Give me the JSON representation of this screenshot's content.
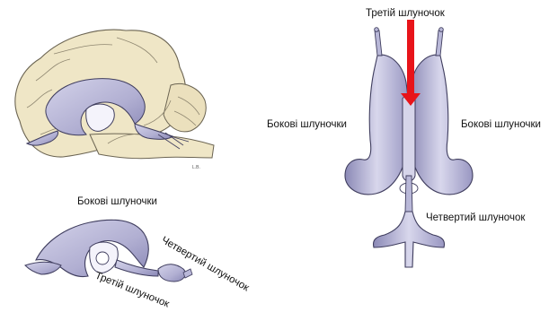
{
  "figure": {
    "labels": {
      "lateral_top_left": "Бокові шлуночки",
      "fourth_rotated": "Четвертий шлуночок",
      "third_rotated": "Третій шлуночок",
      "third_top": "Третій шлуночок",
      "lateral_right_a": "Бокові шлуночки",
      "lateral_right_b": "Бокові шлуночки",
      "fourth_right": "Четвертий шлуночок",
      "artist_initials": "L.B."
    },
    "colors": {
      "brain": "#efe6c6",
      "brain_outline": "#6b6452",
      "ventricle": "#b9b8d8",
      "ventricle_dark": "#6e6c98",
      "ventricle_outline": "#3f3d5e",
      "arrow": "#e8141a"
    }
  }
}
